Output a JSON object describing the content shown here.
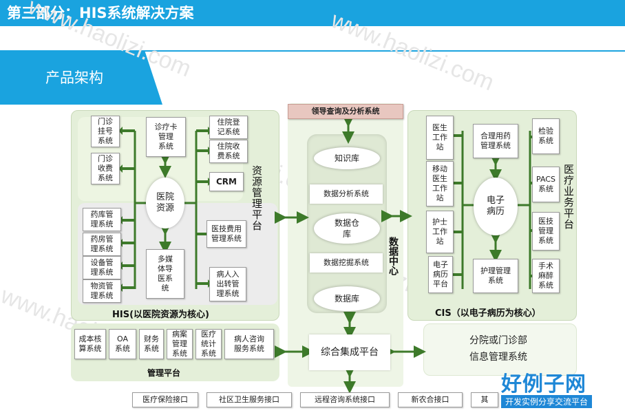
{
  "slide": {
    "title": "第三部分：HIS系统解决方案",
    "section": "产品架构",
    "watermark": "www.haolizi.com"
  },
  "his": {
    "resource_hub": "医院\n资源",
    "platform_label": "资源管理平台",
    "footer": "HIS(以医院资源为核心)",
    "left_modules": [
      "门诊\n挂号\n系统",
      "门诊\n收费\n系统",
      "药库管\n理系统",
      "药房管\n理系统",
      "设备管\n理系统",
      "物资管\n理系统"
    ],
    "mid_modules": [
      "诊疗卡\n管理\n系统",
      "多媒\n体导\n医系\n统"
    ],
    "right_modules": [
      "住院登\n记系统",
      "住院收\n费系统",
      "CRM",
      "医技费用\n管理系统",
      "病人入\n出转管\n理系统"
    ]
  },
  "management": {
    "modules": [
      "成本核\n算系统",
      "OA\n系统",
      "财务\n系统",
      "病案\n管理\n系统",
      "医疗\n统计\n系统",
      "病人咨询\n服务系统"
    ],
    "footer": "管理平台"
  },
  "data_center": {
    "top_label": "领导查询及分析系统",
    "label": "数据中心",
    "layers": [
      "知识库",
      "数据分析系统",
      "数据仓\n库",
      "数据挖掘系统",
      "数据库"
    ],
    "integration": "综合集成平台"
  },
  "cis": {
    "hub": "电子\n病历",
    "platform_label": "医疗业务平台",
    "footer": "CIS（以电子病历为核心）",
    "left_modules": [
      "医生\n工作\n站",
      "移动\n医生\n工作\n站",
      "护士\n工作\n站",
      "电子\n病历\n平台"
    ],
    "mid_modules": [
      "合理用药\n管理系统",
      "护理管理\n系统"
    ],
    "right_modules": [
      "检验\n系统",
      "PACS\n系统",
      "医技\n管理\n系统",
      "手术\n麻醉\n系统"
    ]
  },
  "branch": {
    "label": "分院或门诊部\n信息管理系统"
  },
  "interfaces": [
    "医疗保险接口",
    "社区卫生服务接口",
    "远程咨询系统接口",
    "新农合接口",
    "其"
  ],
  "brand": {
    "name": "好例子网",
    "slogan": "开发实例分享交流平台"
  },
  "colors": {
    "accent": "#1aa3df",
    "arrow": "#3d7a2a",
    "panel_green": "#e4efd9",
    "panel_gray": "#e8e8e8",
    "panel_light_green": "#eef5e6",
    "brand_blue": "#1e87d6"
  }
}
